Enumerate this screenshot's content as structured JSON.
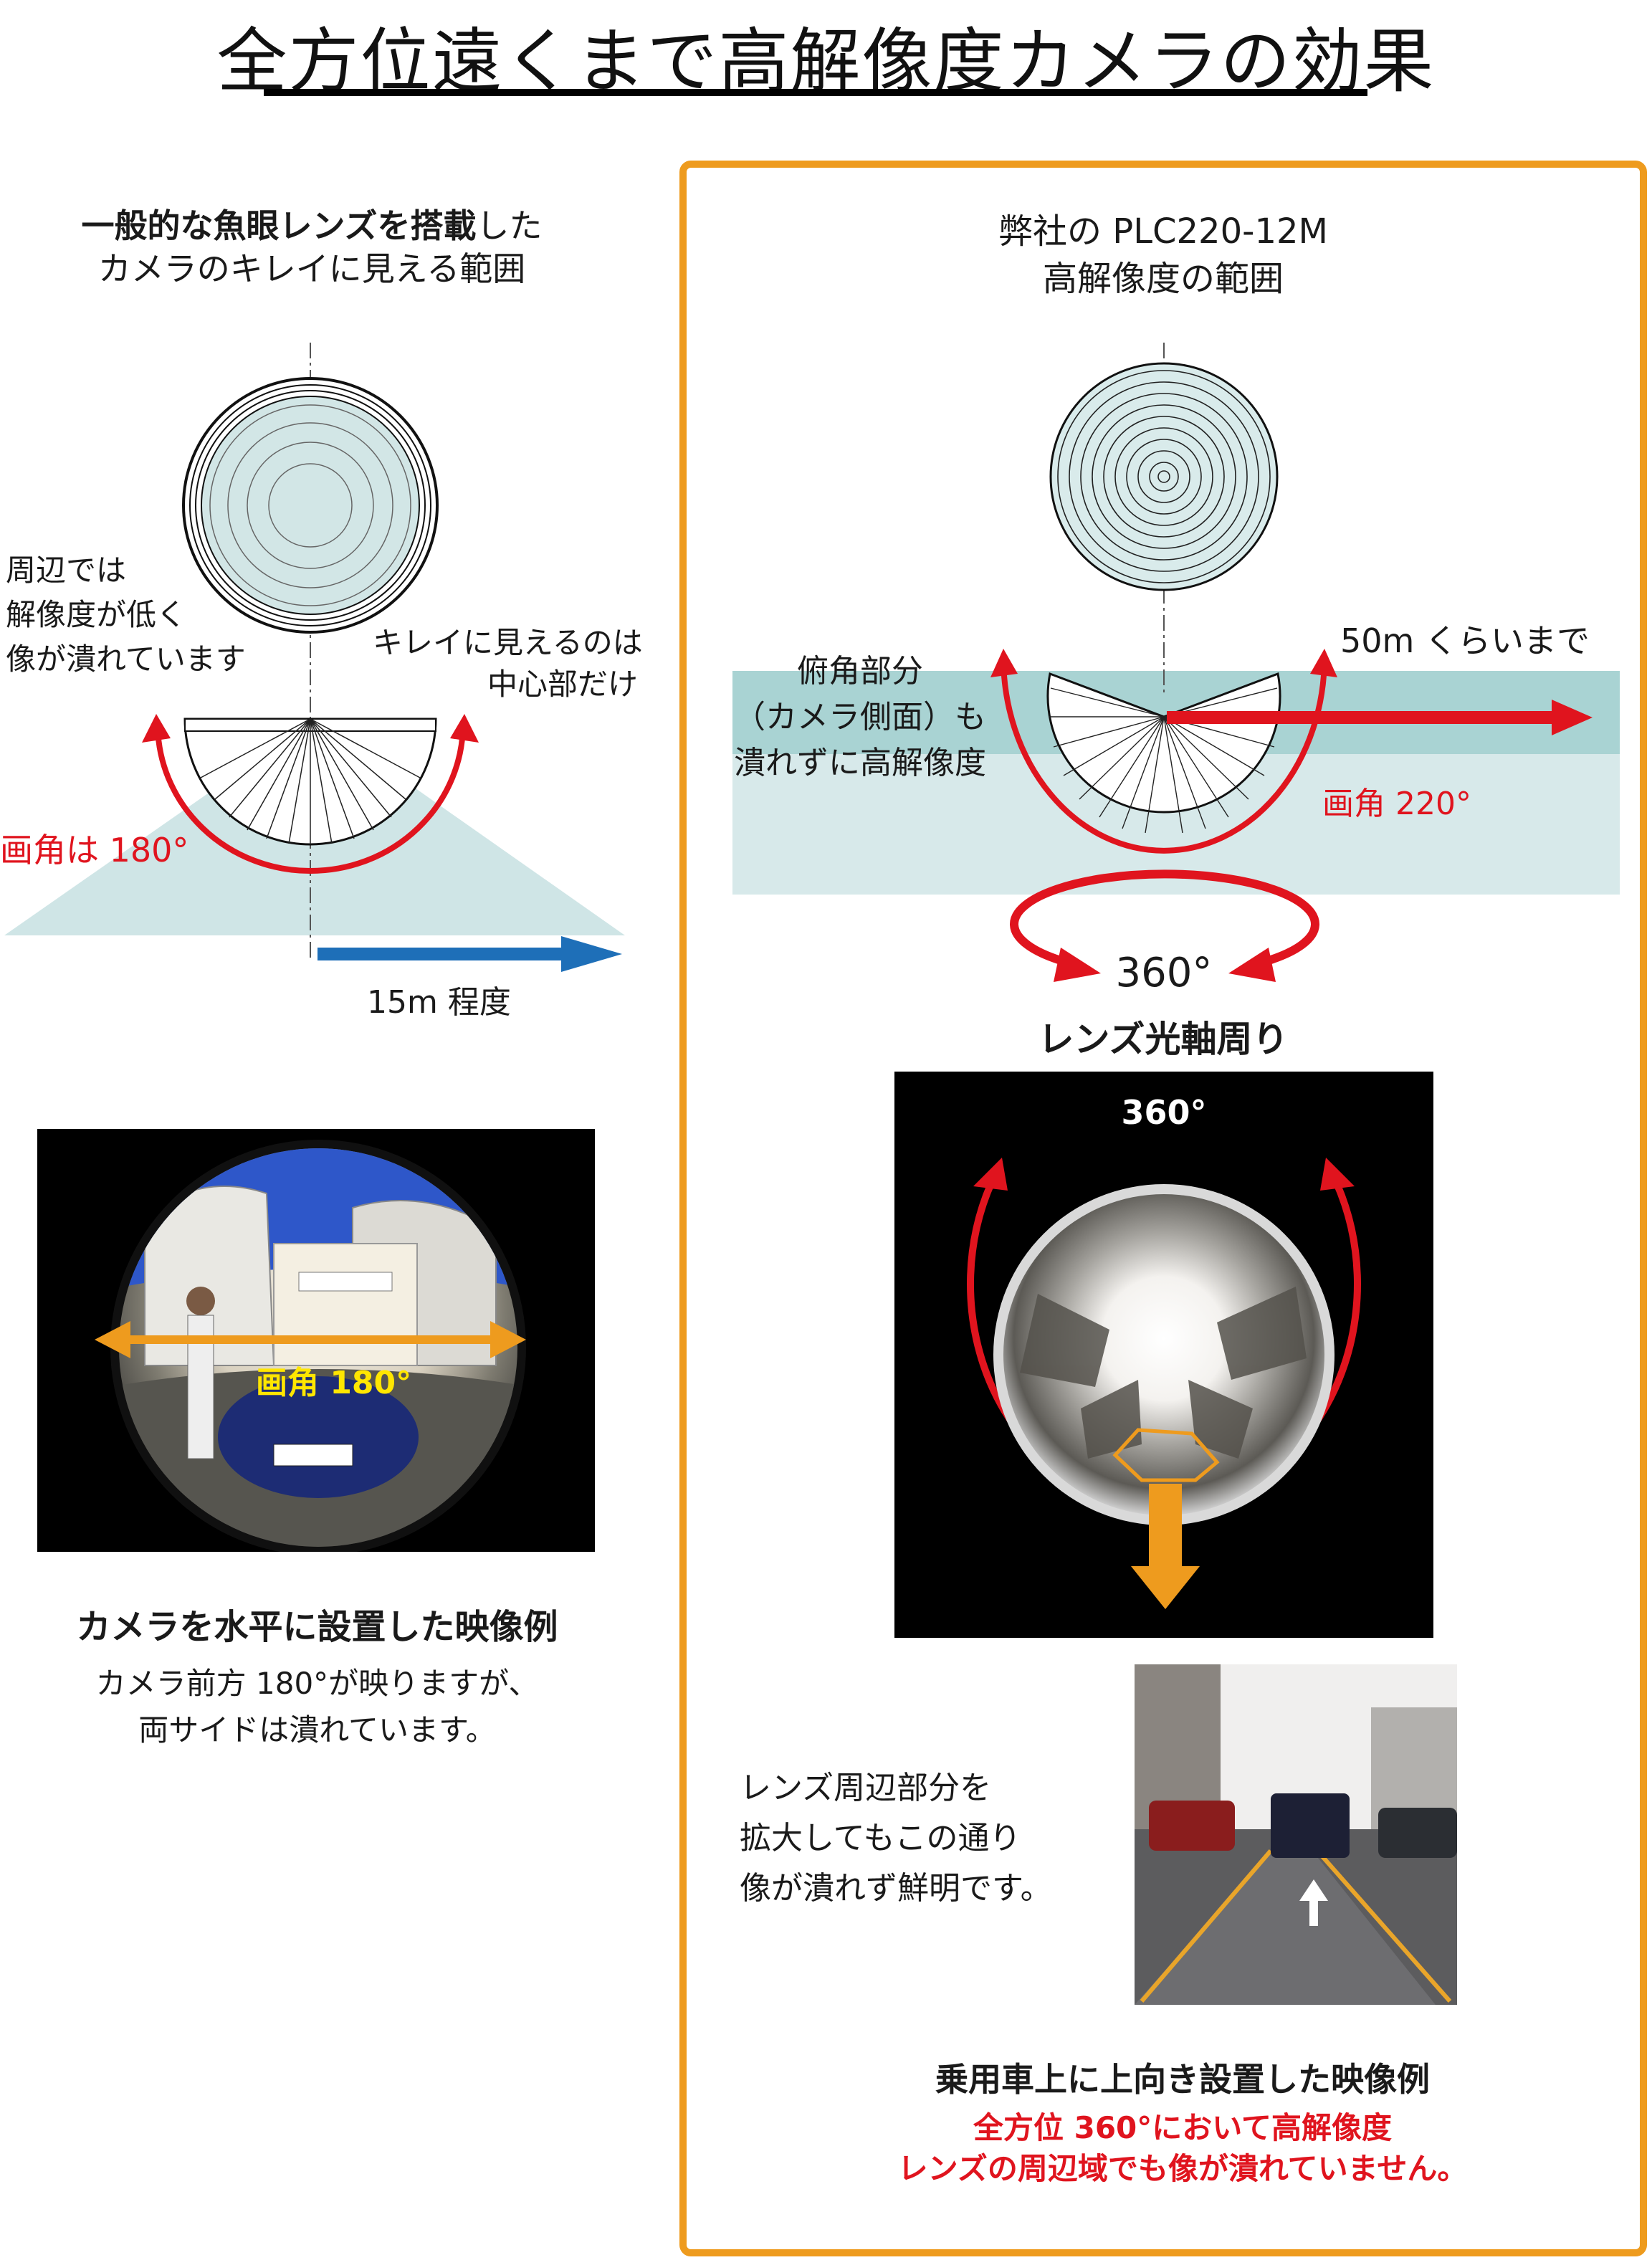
{
  "title": "全方位遠くまで高解像度カメラの効果",
  "left": {
    "heading_bold": "一般的な魚眼レンズを搭載",
    "heading_rest": "した",
    "heading_line2": "カメラのキレイに見える範囲",
    "note_edge": [
      "周辺では",
      "解像度が低く",
      "像が潰れています"
    ],
    "note_center": [
      "キレイに見えるのは",
      "中心部だけ"
    ],
    "angle_label": "画角は 180°",
    "distance_label": "15m 程度",
    "photo_label": "画角 180°",
    "photo_caption_title": "カメラを水平に設置した映像例",
    "photo_caption_line1": "カメラ前方 180°が映りますが、",
    "photo_caption_line2": "両サイドは潰れています。"
  },
  "right": {
    "heading_line1": "弊社の PLC220-12M",
    "heading_line2": "高解像度の範囲",
    "note_side": [
      "俯角部分",
      "（カメラ側面）も",
      "潰れずに高解像度"
    ],
    "distance_label": "50m くらいまで",
    "angle_label": "画角 220°",
    "rotation_label": "360°",
    "rotation_caption": "レンズ光軸周り",
    "photo_label": "360°",
    "zoom_text": [
      "レンズ周辺部分を",
      "拡大してもこの通り",
      "像が潰れず鮮明です。"
    ],
    "caption_title": "乗用車上に上向き設置した映像例",
    "caption_red_line1": "全方位 360°において高解像度",
    "caption_red_line2": "レンズの周辺域でも像が潰れていません。"
  },
  "colors": {
    "accent_orange": "#ee9b1e",
    "arrow_red": "#e0141e",
    "arrow_blue": "#1e6fb8",
    "field_teal": "#b9dcdc",
    "label_yellow": "#ffe600"
  },
  "icons": [
    "fisheye-lens-diagram",
    "plc-lens-diagram",
    "rotation-arrow-icon",
    "distance-arrow-icon"
  ]
}
